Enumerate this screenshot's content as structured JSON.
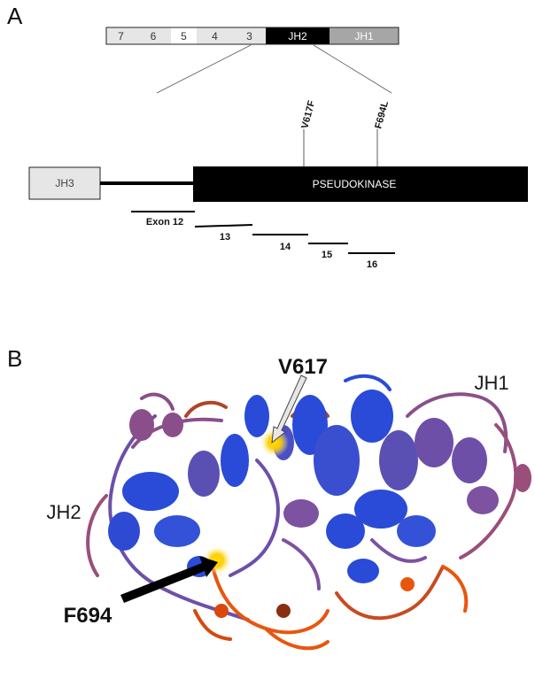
{
  "panel_a": {
    "letter": "A",
    "domain_bar": [
      {
        "label": "7",
        "fill": "#e6e6e6",
        "text_color": "#333333"
      },
      {
        "label": "6",
        "fill": "#e6e6e6",
        "text_color": "#333333"
      },
      {
        "label": "5",
        "fill": "#ffffff",
        "text_color": "#333333"
      },
      {
        "label": "4",
        "fill": "#e6e6e6",
        "text_color": "#333333"
      },
      {
        "label": "3",
        "fill": "#e6e6e6",
        "text_color": "#333333"
      },
      {
        "label": "JH2",
        "fill": "#000000",
        "text_color": "#ffffff"
      },
      {
        "label": "JH1",
        "fill": "#a6a6a6",
        "text_color": "#ffffff"
      }
    ],
    "jh3_label": "JH3",
    "pseudokinase_label": "PSEUDOKINASE",
    "mutations": [
      "V617F",
      "F694L"
    ],
    "exons": [
      "Exon 12",
      "13",
      "14",
      "15",
      "16"
    ]
  },
  "panel_b": {
    "letter": "B",
    "labels": {
      "v617": "V617",
      "f694": "F694",
      "jh1": "JH1",
      "jh2": "JH2"
    },
    "colors": {
      "helix_blue": "#2a4bd7",
      "helix_purple": "#6e4fa8",
      "loop_red": "#b0442a",
      "loop_orange": "#e8560e",
      "highlight": "#ffcc00"
    }
  }
}
